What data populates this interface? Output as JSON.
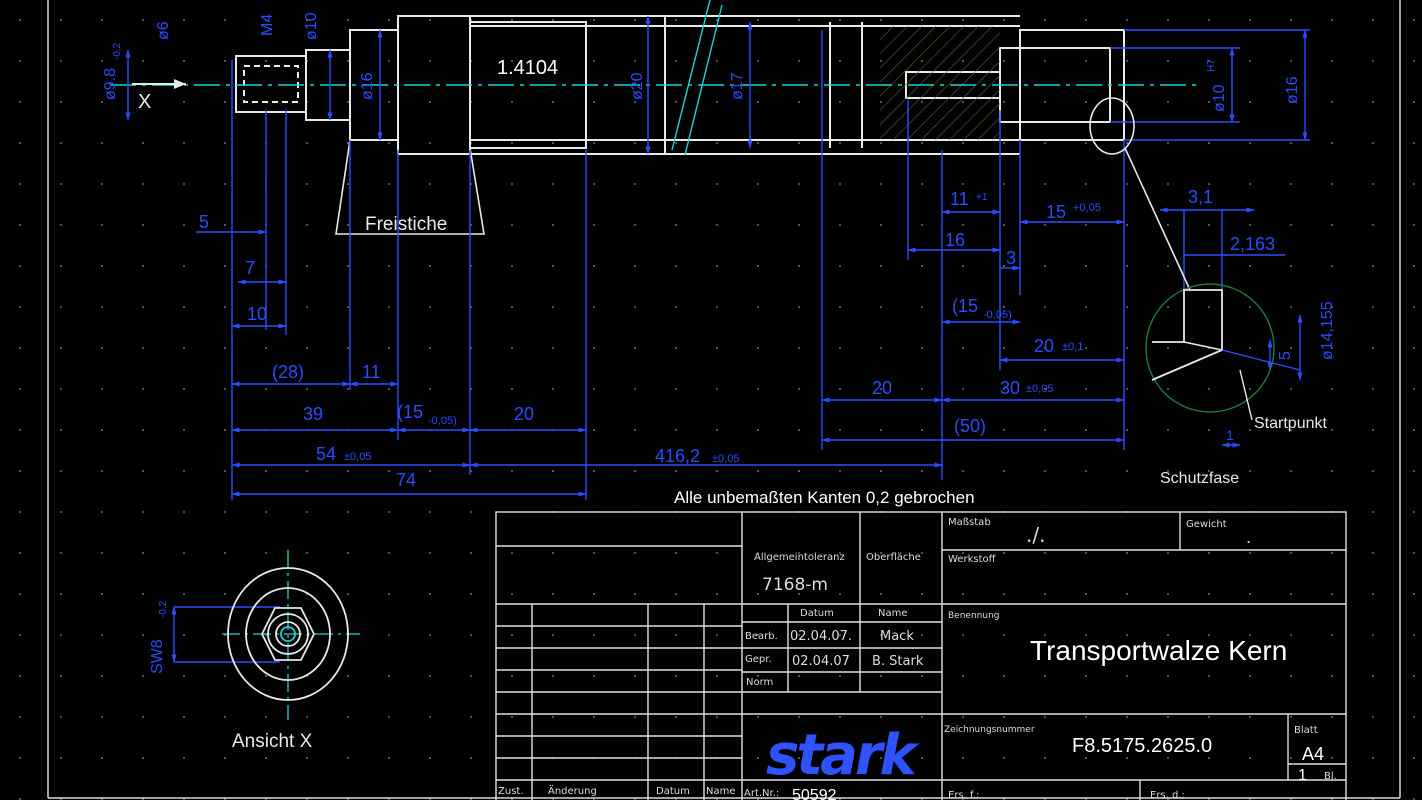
{
  "drawing": {
    "material_label": "1.4104",
    "undercut_label": "Freistiche",
    "view_label": "X",
    "view_title": "Ansicht X",
    "note": "Alle unbemaßten Kanten 0,2 gebrochen",
    "chamfer_label": "Schutzfase",
    "start_label": "Startpunkt"
  },
  "dims": {
    "d6": "ø6",
    "m4": "M4",
    "d10": "ø10",
    "d98": "ø9.8",
    "d98_tol": "-0,2",
    "d16a": "ø16",
    "d20": "ø20",
    "d17": "ø17",
    "d10h7": "ø10",
    "h7": "H7",
    "d16b": "ø16",
    "d14155": "ø14,155",
    "sw8": "SW8",
    "sw8_tol": "-0,2",
    "l5": "5",
    "l7": "7",
    "l10": "10",
    "l28": "(28)",
    "l11": "11",
    "l39": "39",
    "l15": "(15",
    "l15_tol": "-0,05)",
    "l20": "20",
    "l54": "54",
    "l54_tol": "±0,05",
    "l74": "74",
    "l4162": "416,2",
    "l4162_tol": "±0,05",
    "r11": "11",
    "r11_tol": "+1",
    "r15": "15",
    "r15_tol": "+0,05",
    "r16": "16",
    "r3": "3",
    "r15b": "(15",
    "r15b_tol": "-0,05)",
    "r20": "20",
    "r20_tol": "±0,1",
    "r20b": "20",
    "r30": "30",
    "r30_tol": "±0,05",
    "r50": "(50)",
    "c31": "3,1",
    "c2163": "2,163",
    "c5": "5",
    "c1": "1"
  },
  "titleblock": {
    "massstab_label": "Maßstab",
    "massstab_value": "./.",
    "gewicht_label": "Gewicht",
    "gewicht_value": ".",
    "tolerance_label": "Allgemeintoleranz",
    "tolerance_value": "7168-m",
    "oberflaeche_label": "Oberfläche",
    "werkstoff_label": "Werkstoff",
    "datum_col": "Datum",
    "name_col": "Name",
    "bearb_label": "Bearb.",
    "bearb_date": "02.04.07.",
    "bearb_name": "Mack",
    "gepr_label": "Gepr.",
    "gepr_date": "02.04.07",
    "gepr_name": "B. Stark",
    "norm_label": "Norm",
    "benennung_label": "Benennung",
    "title": "Transportwalze Kern",
    "zeichnungsnummer_label": "Zeichnungsnummer",
    "zeichnungsnummer": "F8.5175.2625.0",
    "blatt_label": "Blatt",
    "format": "A4",
    "blatt_count": "1",
    "blatt_unit": "Bl.",
    "logo_text": "stark",
    "zust_label": "Zust.",
    "aenderung_label": "Änderung",
    "datum_label2": "Datum",
    "name_label2": "Name",
    "artnr_label": "Art.Nr.:",
    "artnr_value": "50592",
    "ers_f_label": "Ers. f.:",
    "ers_d_label": "Ers. d.:"
  },
  "colors": {
    "background": "#000000",
    "geometry": "#e8e8e8",
    "dimension": "#2a4dff",
    "centerline": "#19d6d6",
    "hatch": "#5c6b2a",
    "detail_circle": "#1f7a3a"
  }
}
